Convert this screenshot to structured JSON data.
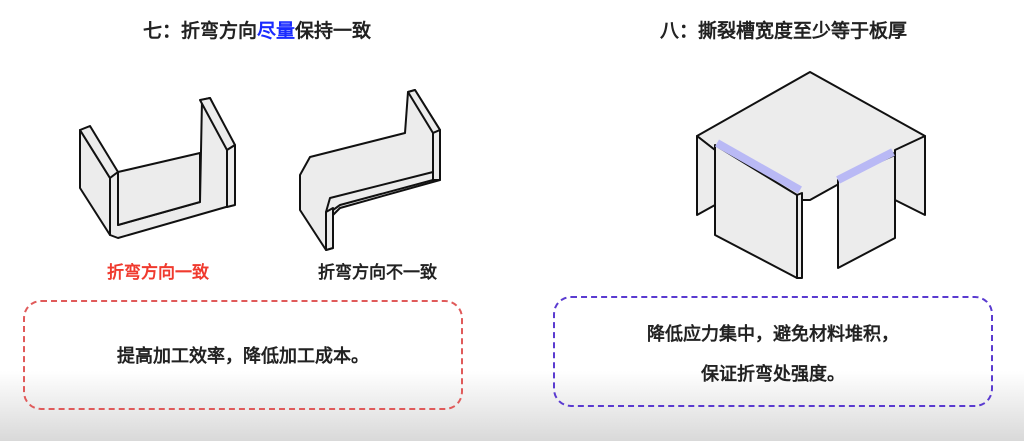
{
  "left_section": {
    "title_prefix": "七：折弯方向",
    "title_highlight": "尽量",
    "title_suffix": "保持一致",
    "label_good": "折弯方向一致",
    "label_bad": "折弯方向不一致",
    "note": "提高加工效率，降低加工成本。"
  },
  "right_section": {
    "title": "八：撕裂槽宽度至少等于板厚",
    "note_line1": "降低应力集中，避免材料堆积，",
    "note_line2": "保证折弯处强度。"
  },
  "colors": {
    "highlight": "#1a2bff",
    "good": "#f03a2e",
    "left_border": "#e05a5a",
    "right_border": "#5a3bd0",
    "relief": "#b9b9f5"
  }
}
